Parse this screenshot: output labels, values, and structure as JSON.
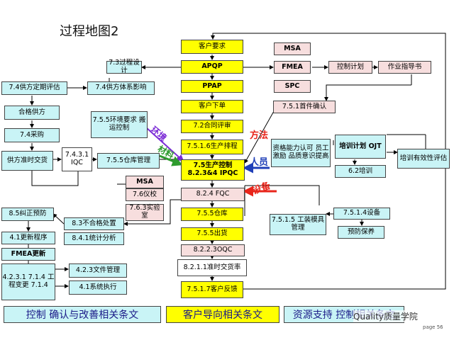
{
  "title": "过程地图2",
  "center_column": {
    "customer_req": "客户要求",
    "apqp": "APQP",
    "ppap": "PPAP",
    "order": "客户下单",
    "contract_review": "7.2合同评审",
    "production_plan": "7.5.1.6生产排程",
    "production_control": "7.5生产控制 8.2.3&4 IPQC",
    "fqc": "8.2.4 FQC",
    "warehouse": "7.5.5仓库",
    "shipping": "7.5.5出货",
    "oqc": "8.2.2.3OQC",
    "ontime": "8.2.1.1准时交货率",
    "feedback": "7.5.1.7客户反馈"
  },
  "right_side": {
    "msa": "MSA",
    "fmea": "FMEA",
    "spc": "SPC",
    "control_plan": "控制计划",
    "work_instruction": "作业指导书",
    "first_article": "7.5.1首件确认",
    "capability": "资格能力认可 员工激励 品质意识提高",
    "training_plan": "培训计划 OJT",
    "training_eval": "培训有效性评估",
    "training": "6.2培训",
    "tooling": "7.5.1.5 工装模具管理",
    "equipment": "7.5.1.4设备",
    "maintenance": "预防保养"
  },
  "left_side": {
    "process_design": "7.3过程设计",
    "supplier_eval": "7.4供方定期评估",
    "supplier_system": "7.4供方体系影响",
    "qualified_supplier": "合格供方",
    "purchasing": "7.4采购",
    "supplier_delivery": "供方准时交货",
    "iqc": "7.4.3.1 IQC",
    "storage": "7.5.5仓库管理",
    "env_box": "7.5.5环境要求 搬运控制",
    "msa2": "MSA",
    "instruments": "7.6仪校",
    "lab": "7.6.3实验室",
    "nonconform": "8.3不合格处置",
    "stats": "8.4.1统计分析",
    "correction": "8.5纠正预防",
    "update": "4.1更新程序",
    "fmea_update": "FMEA更新",
    "clauses": "4.2.3.1 7.1.4 工程变更 7.1.4",
    "doc_mgmt": "4.2.3文件管理",
    "system_exec": "4.1系统执行"
  },
  "labels": {
    "environment": "环境",
    "method": "方法",
    "material": "材料",
    "people": "人员",
    "equipment": "设备"
  },
  "footer": {
    "control": "控制 确认与改善相关条文",
    "customer": "客户导向相关条文",
    "resource": "资源支持 控制相关条文",
    "watermark": "Quality质量学院",
    "page": "page 56"
  },
  "colors": {
    "cyan": "#c9f4f6",
    "yellow": "#ffff00",
    "pink": "#f7dede",
    "label_purple": "#7b2bd6",
    "label_red": "#e8251b",
    "label_green": "#2e9b2e",
    "label_blue": "#1f3fb8"
  }
}
